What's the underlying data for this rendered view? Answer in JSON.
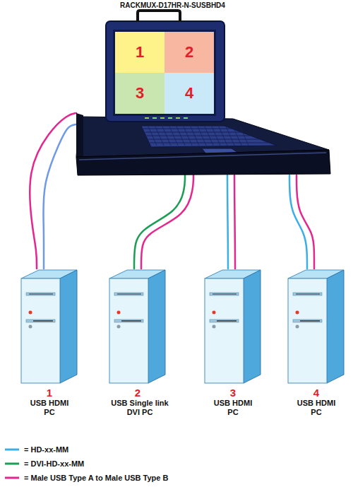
{
  "diagram": {
    "nodes": [
      {
        "text": [
          "RACKMUX-D17HR-N-SUSBHD4"
        ]
      },
      {
        "text": [
          "1"
        ],
        "in": 0
      },
      {
        "text": [
          "2"
        ],
        "in": 0
      },
      {
        "text": [
          "3"
        ],
        "in": 0
      },
      {
        "text": [
          "4"
        ],
        "in": 0
      },
      {
        "text": [
          "1",
          "USB HDMI PC"
        ]
      },
      {
        "text": [
          "2",
          "USB Single link DVI PC"
        ]
      },
      {
        "text": [
          "3",
          "USB HDMI PC"
        ]
      },
      {
        "text": [
          "4",
          "USB HDMI PC"
        ]
      }
    ],
    "edges": [
      {
        "from": 0,
        "to": 5,
        "arrow": "none"
      },
      {
        "from": 0,
        "to": 5,
        "arrow": "none"
      },
      {
        "from": 0,
        "to": 6,
        "arrow": "none"
      },
      {
        "from": 0,
        "to": 6,
        "arrow": "none"
      },
      {
        "from": 0,
        "to": 7,
        "arrow": "none"
      },
      {
        "from": 0,
        "to": 7,
        "arrow": "none"
      },
      {
        "from": 0,
        "to": 8,
        "arrow": "none"
      },
      {
        "from": 0,
        "to": 8,
        "arrow": "none"
      }
    ],
    "legend": [
      {
        "text": "= HD-xx-MM"
      },
      {
        "text": "= DVI-HD-xx-MM"
      },
      {
        "text": "= Male USB Type A to Male USB Type B"
      }
    ]
  }
}
